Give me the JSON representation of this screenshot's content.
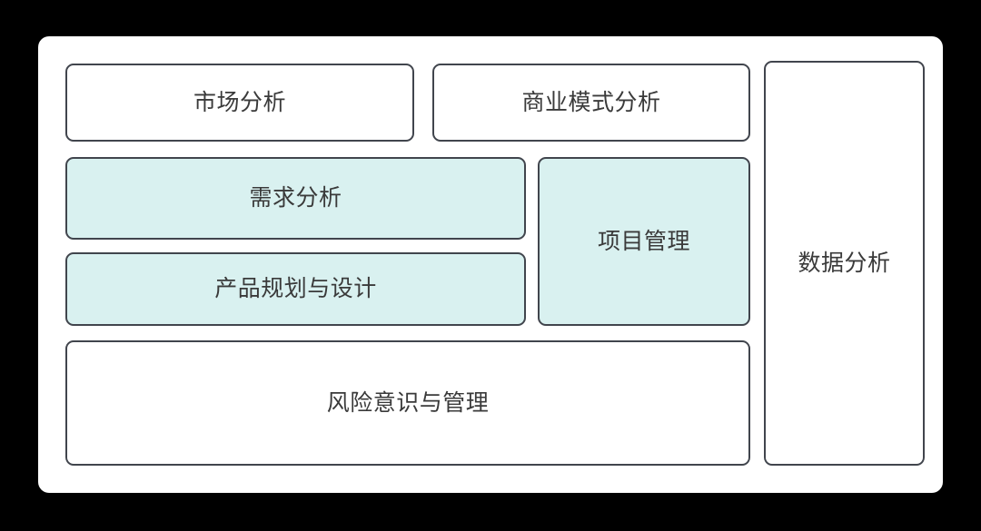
{
  "diagram": {
    "title": "",
    "background_color": "#000000",
    "container_color": "#ffffff",
    "border_color": "#41454d",
    "text_color": "#3a3a3a",
    "accent_fill": "#d9f1f0",
    "nodes": [
      {
        "id": "market",
        "label": "市场分析",
        "fill": "white",
        "row": 1,
        "column": 1
      },
      {
        "id": "business",
        "label": "商业模式分析",
        "fill": "white",
        "row": 1,
        "column": 2
      },
      {
        "id": "demand",
        "label": "需求分析",
        "fill": "teal",
        "row": 2,
        "column": 1
      },
      {
        "id": "product",
        "label": "产品规划与设计",
        "fill": "teal",
        "row": 3,
        "column": 1
      },
      {
        "id": "project",
        "label": "项目管理",
        "fill": "teal",
        "row": 2,
        "column": 2
      },
      {
        "id": "risk",
        "label": "风险意识与管理",
        "fill": "white",
        "row": 4,
        "column": 1
      },
      {
        "id": "data_analysis",
        "label": "数据分析",
        "fill": "white",
        "row": 1,
        "column": 3
      }
    ]
  }
}
